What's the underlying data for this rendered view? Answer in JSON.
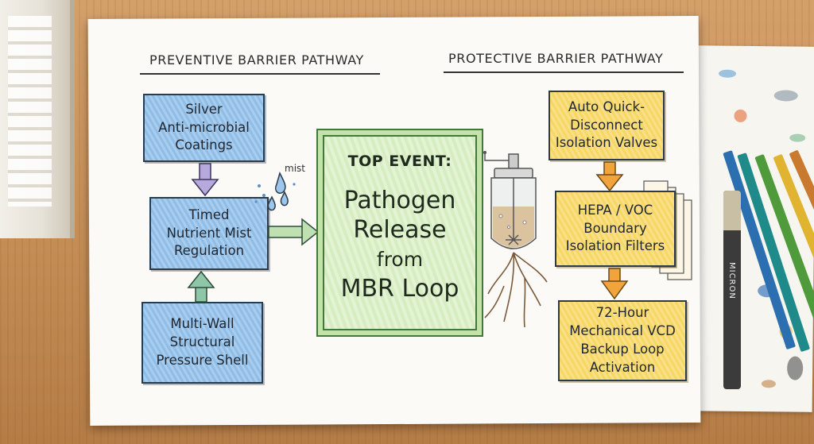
{
  "headings": {
    "preventive": "PREVENTIVE BARRIER PATHWAY",
    "protective": "PROTECTIVE BARRIER PATHWAY"
  },
  "preventive_boxes": [
    {
      "lines": [
        "Silver",
        "Anti-microbial",
        "Coatings"
      ]
    },
    {
      "lines": [
        "Timed",
        "Nutrient Mist",
        "Regulation"
      ]
    },
    {
      "lines": [
        "Multi-Wall",
        "Structural",
        "Pressure Shell"
      ]
    }
  ],
  "top_event": {
    "label": "TOP EVENT:",
    "lines": [
      "Pathogen",
      "Release",
      "from",
      "MBR Loop"
    ]
  },
  "protective_boxes": [
    {
      "lines": [
        "Auto Quick-",
        "Disconnect",
        "Isolation Valves"
      ]
    },
    {
      "lines": [
        "HEPA / VOC",
        "Boundary",
        "Isolation Filters"
      ]
    },
    {
      "lines": [
        "72-Hour",
        "Mechanical VCD",
        "Backup Loop",
        "Activation"
      ]
    }
  ],
  "annotations": {
    "mist": "mist"
  },
  "pen": {
    "brand": "MICRON"
  },
  "colors": {
    "preventive_fill": "#a9cdee",
    "protective_fill": "#f9e088",
    "top_event_fill": "#d6edc2",
    "top_event_border": "#3f7a3a"
  }
}
